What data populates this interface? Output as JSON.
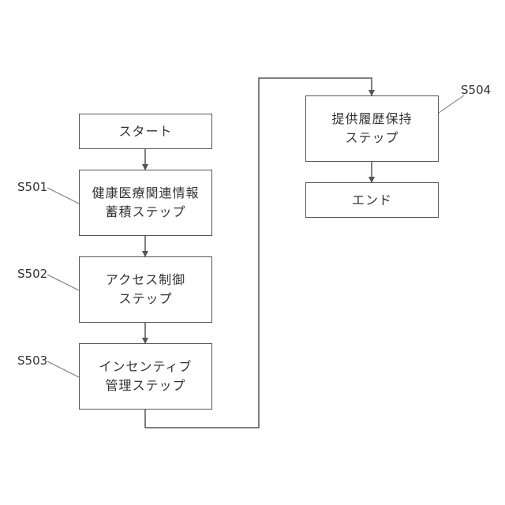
{
  "nodes": {
    "start": {
      "text": "スタート"
    },
    "s501": {
      "text": "健康医療関連情報\n蓄積ステップ"
    },
    "s502": {
      "text": "アクセス制御\nステップ"
    },
    "s503": {
      "text": "インセンティブ\n管理ステップ"
    },
    "s504": {
      "text": "提供履歴保持\nステップ"
    },
    "end": {
      "text": "エンド"
    }
  },
  "labels": {
    "s501": "S501",
    "s502": "S502",
    "s503": "S503",
    "s504": "S504"
  }
}
